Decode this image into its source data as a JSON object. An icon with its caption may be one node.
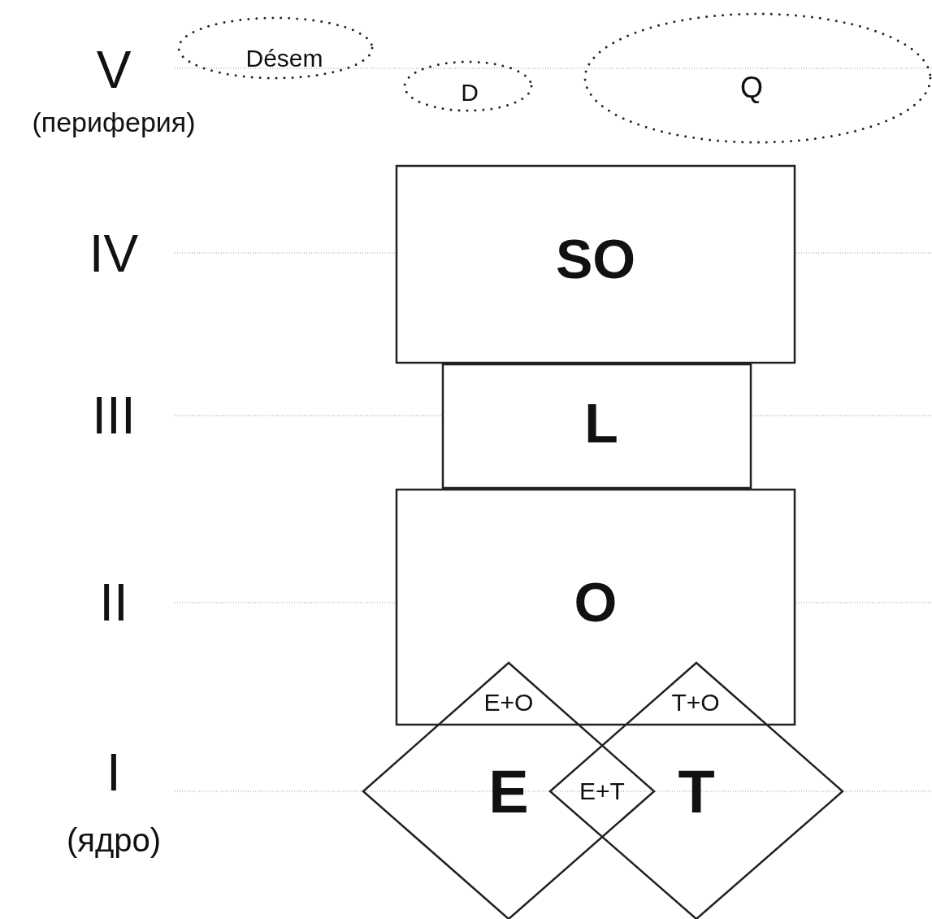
{
  "diagram": {
    "nodes": [
      {
        "text": [
          "Désem"
        ]
      },
      {
        "text": [
          "D"
        ]
      },
      {
        "text": [
          "Q"
        ]
      },
      {
        "text": [
          "SO"
        ]
      },
      {
        "text": [
          "L"
        ]
      },
      {
        "text": [
          "O"
        ]
      },
      {
        "text": [
          "E"
        ]
      },
      {
        "text": [
          "T"
        ]
      }
    ],
    "edges": [],
    "labels": [
      "V",
      "(периферия)",
      "IV",
      "III",
      "II",
      "E+O",
      "T+O",
      "I",
      "E+T",
      "(ядро)"
    ]
  }
}
